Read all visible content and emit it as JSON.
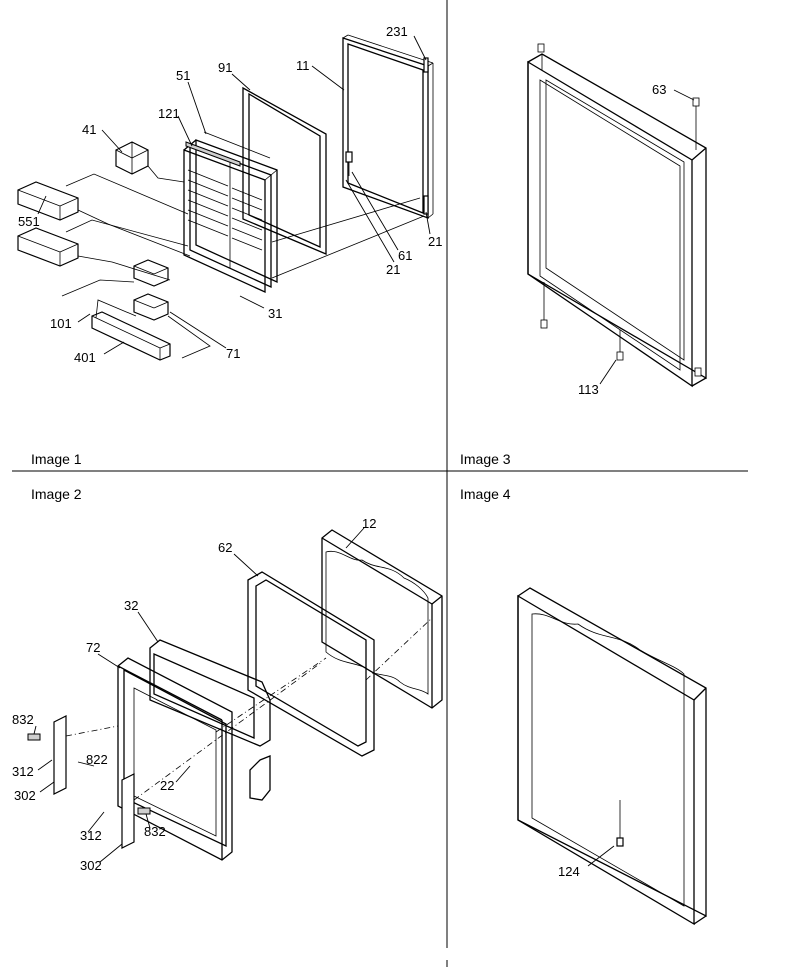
{
  "panels": [
    {
      "id": "image-1",
      "caption": "Image 1"
    },
    {
      "id": "image-2",
      "caption": "Image 2"
    },
    {
      "id": "image-3",
      "caption": "Image 3"
    },
    {
      "id": "image-4",
      "caption": "Image 4"
    }
  ],
  "callouts": {
    "image1": [
      "231",
      "91",
      "11",
      "51",
      "121",
      "41",
      "551",
      "21",
      "61",
      "21",
      "31",
      "101",
      "71",
      "401"
    ],
    "image2": [
      "12",
      "62",
      "32",
      "72",
      "832",
      "312",
      "822",
      "302",
      "22",
      "312",
      "302",
      "832"
    ],
    "image3": [
      "63",
      "113"
    ],
    "image4": [
      "124"
    ]
  }
}
